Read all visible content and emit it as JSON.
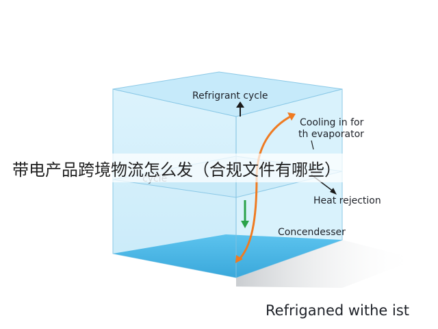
{
  "diagram": {
    "labels": {
      "refrigerant_cycle": "Refrigrant cycle",
      "cooling_line1": "Cooling in for",
      "cooling_line2": "th evaporator",
      "cycle": "cycle",
      "heat_rejection": "Heat rejection",
      "condenser": "Concendesser",
      "bottom_caption": "Refriganed withe ist"
    },
    "colors": {
      "box_face": "#cfeefb",
      "box_edge": "#8ac8e6",
      "water": "#4fb8e6",
      "orange_arrow": "#ef7b22",
      "green_arrow": "#2aa24a",
      "black_arrow": "#1a1a1a"
    }
  },
  "banner": {
    "title": "带电产品跨境物流怎么发（合规文件有哪些）"
  }
}
